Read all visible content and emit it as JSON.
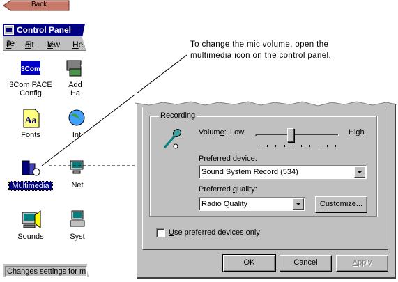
{
  "back_button": {
    "label": "Back"
  },
  "control_panel": {
    "title": "Control Panel",
    "menu": [
      "File",
      "Edit",
      "View",
      "Help"
    ],
    "icons": [
      {
        "label_line1": "3Com PACE",
        "label_line2": "Config",
        "icon": "3com-icon"
      },
      {
        "label_line1": "Add",
        "label_line2": "Ha",
        "icon": "add-hardware-icon"
      },
      {
        "label_line1": "Fonts",
        "label_line2": "",
        "icon": "fonts-icon"
      },
      {
        "label_line1": "Int",
        "label_line2": "",
        "icon": "internet-icon"
      },
      {
        "label_line1": "Multimedia",
        "label_line2": "",
        "icon": "multimedia-icon",
        "selected": true
      },
      {
        "label_line1": "Net",
        "label_line2": "",
        "icon": "network-icon"
      },
      {
        "label_line1": "Sounds",
        "label_line2": "",
        "icon": "sounds-icon"
      },
      {
        "label_line1": "Syst",
        "label_line2": "",
        "icon": "system-icon"
      }
    ],
    "status_text": "Changes settings for m"
  },
  "annotation": {
    "line1": "To change the mic volume, open the",
    "line2": "multimedia icon on the control panel."
  },
  "dialog": {
    "group_label": "Recording",
    "volume_label": "Volume:",
    "volume_low": "Low",
    "volume_high": "High",
    "volume_level": 0.42,
    "preferred_device_label": "Preferred device:",
    "preferred_device_value": "Sound System Record (534)",
    "preferred_quality_label": "Preferred quality:",
    "preferred_quality_value": "Radio Quality",
    "customize_button": "Customize...",
    "checkbox_label": "Use preferred devices only",
    "checkbox_checked": false,
    "ok_button": "OK",
    "cancel_button": "Cancel",
    "apply_button": "Apply"
  },
  "colors": {
    "titlebar": "#000080",
    "face": "#c0c0c0",
    "back_button": "#c87a6a"
  }
}
